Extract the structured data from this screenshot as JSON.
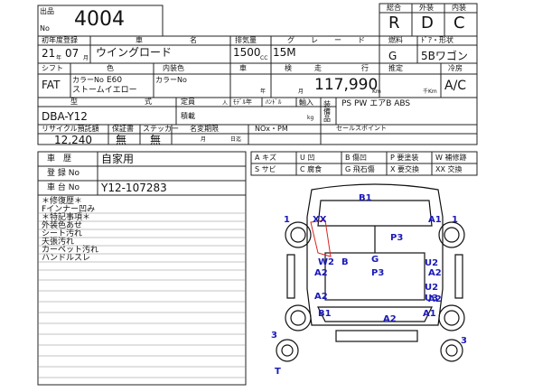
{
  "header": {
    "lot_label_top": "出品",
    "lot_label_bottom": "No",
    "lot_number": "4004",
    "score_labels": [
      "総合",
      "外装",
      "内装"
    ],
    "score_values": [
      "R",
      "D",
      "C"
    ]
  },
  "row1": {
    "labels": [
      "初年度登録",
      "車",
      "名",
      "排気量",
      "グ",
      "レ",
      "ー",
      "ド",
      "燃料",
      "ﾄﾞｱ・形状"
    ],
    "year": "21",
    "month": "07",
    "year_unit": "年",
    "month_unit": "月",
    "car_name": "ウイングロード",
    "displacement": "1500",
    "displacement_unit": "CC",
    "grade": "15M",
    "fuel": "G",
    "door_shape": "5Bワゴン"
  },
  "row2": {
    "labels": [
      "シフト",
      "色",
      "内装色",
      "車",
      "検",
      "走",
      "行",
      "推定",
      "冷房"
    ],
    "shift": "FAT",
    "color_no_label": "カラーNo",
    "color_no": "E60",
    "color_name": "ストームイエロー",
    "interior_color_no_label": "カラーNo",
    "inspection_year_unit": "年",
    "inspection_month_unit": "月",
    "mileage": "117,990",
    "mileage_unit": "Km",
    "estimate_unit": "千Km",
    "ac": "A/C"
  },
  "row3": {
    "labels": [
      "型",
      "式",
      "定員",
      "人",
      "ﾓﾃﾞﾙ年",
      "ﾊﾝﾄﾞﾙ",
      "輸入",
      "積載",
      "kg",
      "装備品"
    ],
    "model_code": "DBA-Y12",
    "equipment": "PS PW エアB ABS"
  },
  "row4": {
    "labels": [
      "リサイクル預託額",
      "保証書",
      "ステッカー",
      "名変期限",
      "NOx・PM",
      "セールスポイント",
      "月",
      "日迄"
    ],
    "recycle_fee": "12,240",
    "warranty": "無",
    "sticker": "無"
  },
  "history": {
    "history_label": "車　歴",
    "history_value": "自家用",
    "reg_label": "登 録 No",
    "chassis_label": "車 台 No",
    "chassis_value": "Y12-107283"
  },
  "legend": [
    [
      "A キズ",
      "U 凹",
      "P 要塗装",
      "W 補修跡"
    ],
    [
      "S サビ",
      "C 腐食",
      "G 飛石傷",
      "X 要交換",
      "XX 交換"
    ]
  ],
  "legend_b": "B 傷凹",
  "notes": {
    "repair_header": "＊修復歴＊",
    "repair_lines": [
      "Fインナー凹み"
    ],
    "feature_header": "＊特記事項＊",
    "feature_lines": [
      "外装色あせ",
      "シート汚れ",
      "天張汚れ",
      "カーペット汚れ",
      "ハンドルスレ"
    ]
  },
  "diagram_marks": [
    "B1",
    "1",
    "XX",
    "A1",
    "1",
    "P3",
    "W2",
    "B",
    "G",
    "U2",
    "A2",
    "A2",
    "P3",
    "A2",
    "U2",
    "A2",
    "U3",
    "B1",
    "A2",
    "A1",
    "3",
    "3",
    "T"
  ]
}
